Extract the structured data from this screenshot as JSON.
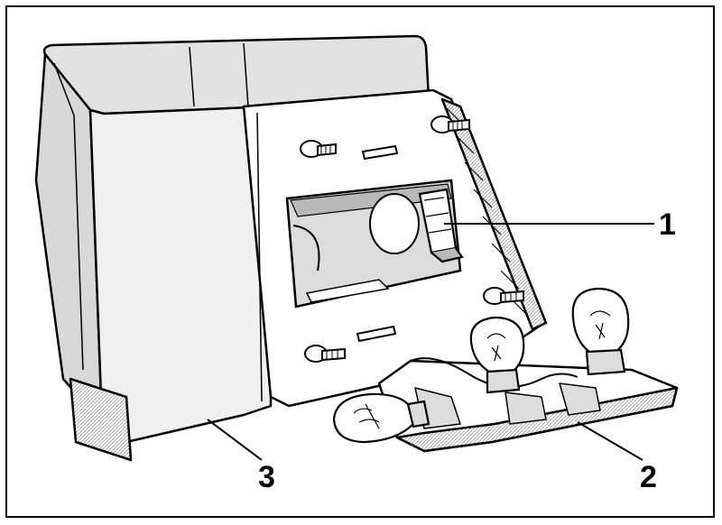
{
  "diagram": {
    "callouts": [
      {
        "id": "1",
        "label": "1"
      },
      {
        "id": "2",
        "label": "2"
      },
      {
        "id": "3",
        "label": "3"
      }
    ],
    "colors": {
      "ink": "#000000",
      "paper": "#ffffff",
      "shade": "#b8b8b8",
      "light": "#e2e2e2"
    }
  }
}
